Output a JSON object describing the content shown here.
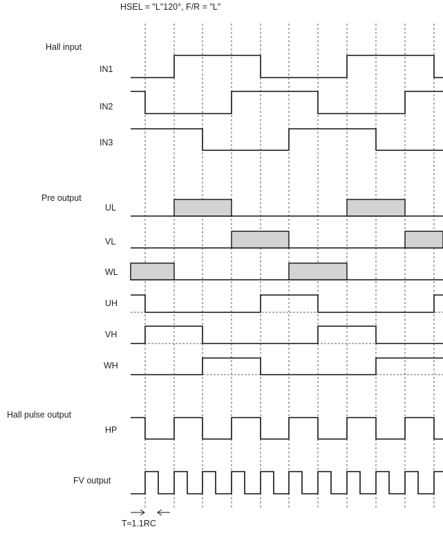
{
  "title": "HSEL = \"L\"120°, F/R = \"L\"",
  "groups": {
    "hall_input": "Hall input",
    "pre_output": "Pre output",
    "hall_pulse_output": "Hall pulse output",
    "fv_output": "FV output"
  },
  "signals": [
    {
      "id": "IN1",
      "label": "IN1"
    },
    {
      "id": "IN2",
      "label": "IN2"
    },
    {
      "id": "IN3",
      "label": "IN3"
    },
    {
      "id": "UL",
      "label": "UL"
    },
    {
      "id": "VL",
      "label": "VL"
    },
    {
      "id": "WL",
      "label": "WL"
    },
    {
      "id": "UH",
      "label": "UH"
    },
    {
      "id": "VH",
      "label": "VH"
    },
    {
      "id": "WH",
      "label": "WH"
    },
    {
      "id": "HP",
      "label": "HP"
    }
  ],
  "annotation": "T≈1.1RC"
}
